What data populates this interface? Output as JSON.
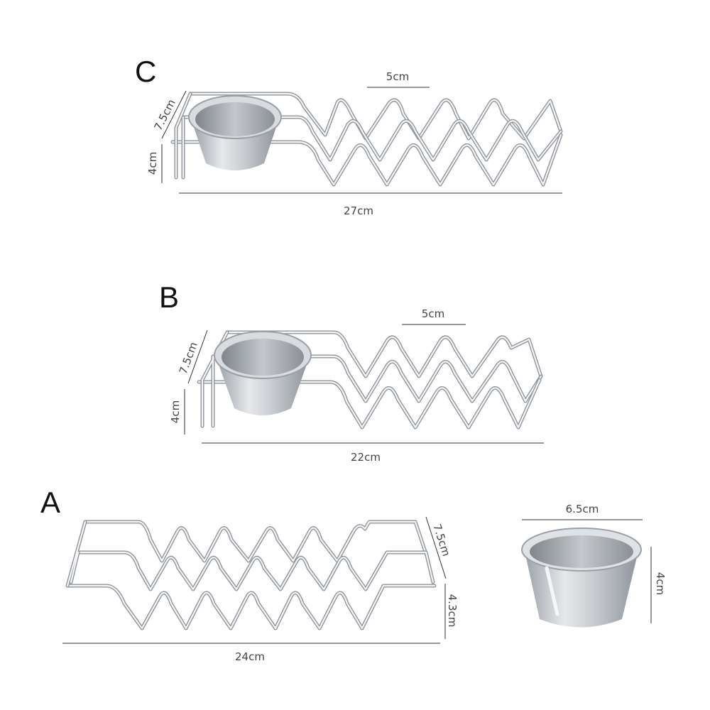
{
  "labels": {
    "variant_c": "C",
    "variant_b": "B",
    "variant_a": "A"
  },
  "dimensions": {
    "c_height_top": "7.5cm",
    "c_height_bottom": "4cm",
    "c_length": "27cm",
    "c_wave_pitch": "5cm",
    "b_height_top": "7.5cm",
    "b_height_bottom": "4cm",
    "b_length": "22cm",
    "b_wave_pitch": "5cm",
    "a_height_top": "7.5cm",
    "a_height_bottom": "4.3cm",
    "a_length": "24cm",
    "cup_diameter": "6.5cm",
    "cup_height": "4cm"
  },
  "colors": {
    "wire_dark": "#8f959b",
    "wire_light": "#f4f5f7",
    "steel_light": "#e9ebee",
    "steel_dark": "#a6abb1"
  }
}
